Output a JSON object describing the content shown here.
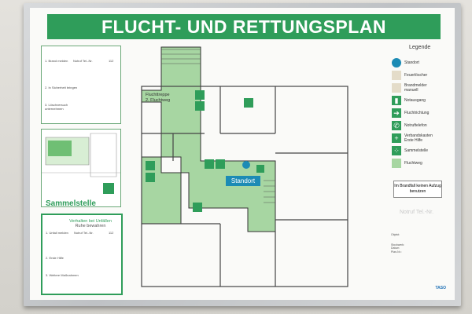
{
  "title": "FLUCHT- UND RETTUNGSPLAN",
  "colors": {
    "escape_green": "#2f9d5a",
    "route_fill": "#a7d6a2",
    "standort_blue": "#1c8bb5",
    "beige": "#e4dcc9"
  },
  "plan": {
    "standort_label": "Standort",
    "staircase_label_1": "Fluchttreppe",
    "staircase_label_2": "2. Fluchtweg"
  },
  "brandfall": {
    "line1_a": "1. Brand melden",
    "line1_b": "Notruf Tel.-Nr.",
    "line1_c": "112",
    "line2": "2. In Sicherheit bringen",
    "line3": "3. Löschversuch unternehmen"
  },
  "sammelstelle_label": "Sammelstelle",
  "unfall": {
    "title_1": "Verhalten bei Unfällen",
    "title_2": "Ruhe bewahren",
    "step1_a": "1. Unfall melden",
    "step1_b": "Notruf Tel.-Nr.",
    "step1_c": "112",
    "step2": "2. Erste Hilfe",
    "step3": "3. Weitere Maßnahmen"
  },
  "legend": {
    "title": "Legende",
    "items": [
      {
        "label": "Standort",
        "sym": "dot"
      },
      {
        "label": "Feuerlöscher",
        "sym": "beige"
      },
      {
        "label": "Brandmelder manuell",
        "sym": "beige"
      },
      {
        "label": "Notausgang",
        "sym": "green",
        "glyph": "▮"
      },
      {
        "label": "Fluchtrichtung",
        "sym": "green",
        "glyph": "➔"
      },
      {
        "label": "Notruftelefon",
        "sym": "green",
        "glyph": "✆"
      },
      {
        "label": "Verbandskasten Erste Hilfe",
        "sym": "green",
        "glyph": "+"
      },
      {
        "label": "Sammelstelle",
        "sym": "green",
        "glyph": "⁘"
      },
      {
        "label": "Fluchtweg",
        "sym": "light"
      }
    ]
  },
  "aufzug_warning": "Im Brandfall keinen Aufzug benutzen",
  "notruf_faint": "Notruf Tel.-Nr.",
  "info": {
    "objekt_label": "Objekt:",
    "stockwerk_label": "Stockwerk:",
    "datum_label": "Datum:",
    "plan_nr_label": "Plan-Nr.:"
  },
  "brand": "TASO"
}
